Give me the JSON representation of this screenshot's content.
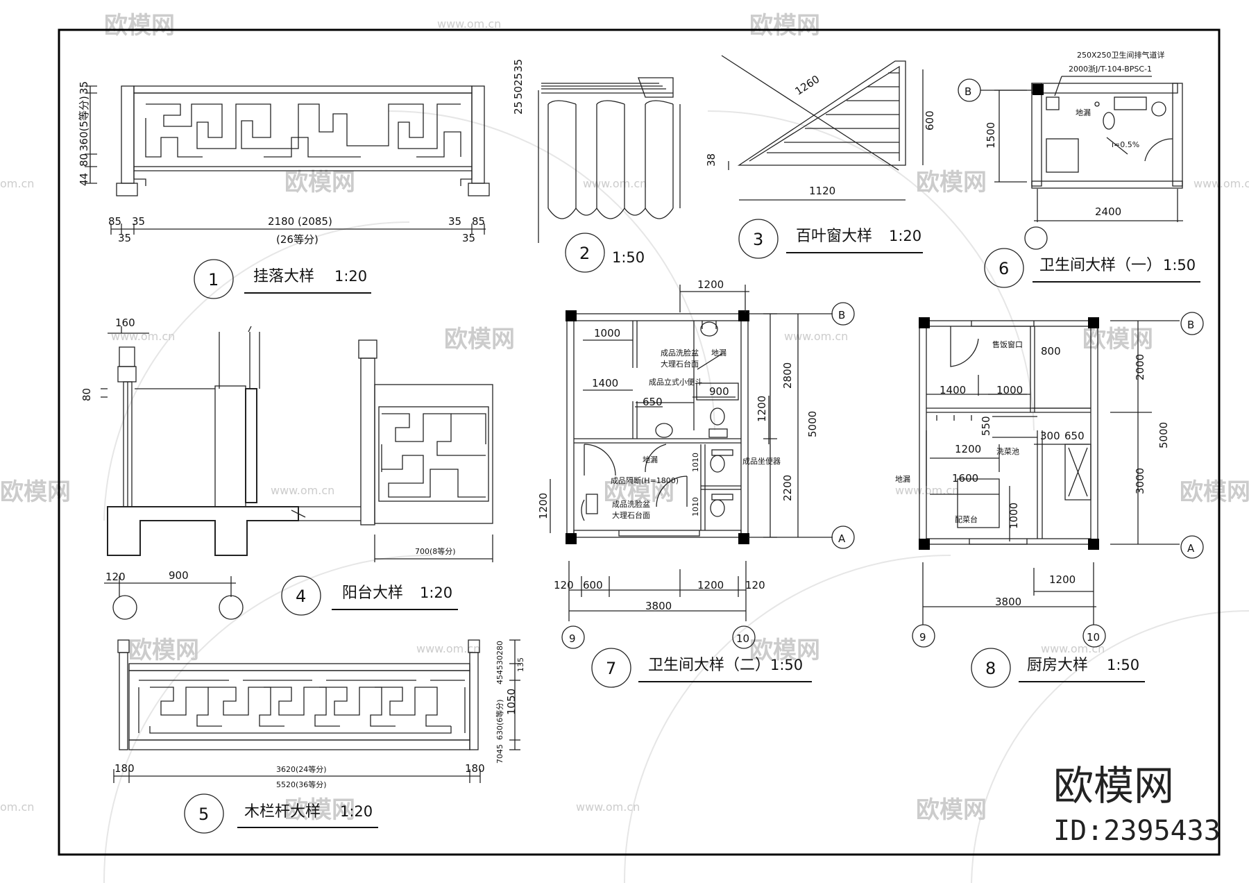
{
  "watermark": {
    "text": "欧模网",
    "url": "www.om.cn",
    "url_short": "om.cn"
  },
  "brand": {
    "name": "欧模网",
    "id": "ID:2395433"
  },
  "details": [
    {
      "number": "1",
      "title": "挂落大样",
      "scale": "1:20",
      "dims": {
        "d35": "35",
        "d360": "360(5等分)",
        "d80": "80",
        "d44": "44",
        "d85a": "85",
        "d35a": "35",
        "d2180": "2180 (2085)",
        "d35b": "35",
        "d85b": "85",
        "d35c": "35",
        "d26": "(26等分)",
        "d35d": "35"
      }
    },
    {
      "number": "2",
      "title": "",
      "scale": "1:50",
      "dims": {
        "d255": "25",
        "d50": "50",
        "d25": "25",
        "d35": "35"
      }
    },
    {
      "number": "3",
      "title": "百叶窗大样",
      "scale": "1:20",
      "dims": {
        "d1260": "1260",
        "d600": "600",
        "d38": "38",
        "d1120": "1120"
      }
    },
    {
      "number": "4",
      "title": "阳台大样",
      "scale": "1:20",
      "dims": {
        "d160": "160",
        "d80": "80",
        "d120": "120",
        "d900": "900",
        "d700": "700(8等分)"
      }
    },
    {
      "number": "5",
      "title": "木栏杆大样",
      "scale": "1:20",
      "dims": {
        "d180a": "180",
        "d3620": "3620(24等分)",
        "d180b": "180",
        "d5520": "5520(36等分)",
        "d1050": "1050",
        "d630": "630(6等分)",
        "d280": "280",
        "d30": "30",
        "d45a": "45",
        "d45b": "45",
        "d45c": "45",
        "d70": "70",
        "d135": "135"
      }
    },
    {
      "number": "6",
      "title": "卫生间大样（一）",
      "scale": "1:50",
      "dims": {
        "d1500": "1500",
        "d2400": "2400"
      },
      "notes": {
        "n1": "250X250卫生间排气道详",
        "n2": "2000浙J/T-104-BPSC-1",
        "floor_drain": "地漏",
        "slope": "i=0.5%"
      },
      "axis": {
        "b": "B"
      }
    },
    {
      "number": "7",
      "title": "卫生间大样（二）",
      "scale": "1:50",
      "dims": {
        "d1200top": "1200",
        "d1000": "1000",
        "d1400": "1400",
        "d650": "650",
        "d900": "900",
        "d1200mid": "1200",
        "d2800": "2800",
        "d5000": "5000",
        "d2200": "2200",
        "d1010a": "1010",
        "d1010b": "1010",
        "d1200left": "1200",
        "d120a": "120",
        "d600": "600",
        "d1200bot": "1200",
        "d120b": "120",
        "d3800": "3800"
      },
      "notes": {
        "basin1": "成品洗脸盆",
        "basin1b": "大理石台面",
        "floor_drain1": "地漏",
        "urinal": "成品立式小便斗",
        "floor_drain2": "地漏",
        "partition": "成品隔断(H=1800)",
        "basin2": "成品洗脸盆",
        "basin2b": "大理石台面",
        "toilet": "成品坐便器"
      },
      "axis": {
        "b": "B",
        "a": "A",
        "c9": "9",
        "c10": "10"
      }
    },
    {
      "number": "8",
      "title": "厨房大样",
      "scale": "1:50",
      "dims": {
        "d800": "800",
        "d1400": "1400",
        "d1000": "1000",
        "d2000": "2000",
        "d5000": "5000",
        "d550": "550",
        "d300": "300",
        "d650": "650",
        "d1200": "1200",
        "d3000": "3000",
        "d1600": "1600",
        "d1000b": "1000",
        "d1200b": "1200",
        "d3800": "3800"
      },
      "notes": {
        "window": "售饭窗口",
        "sink": "洗菜池",
        "floor_drain": "地漏",
        "prep": "配菜台"
      },
      "axis": {
        "b": "B",
        "a": "A",
        "c9": "9",
        "c10": "10"
      }
    }
  ]
}
